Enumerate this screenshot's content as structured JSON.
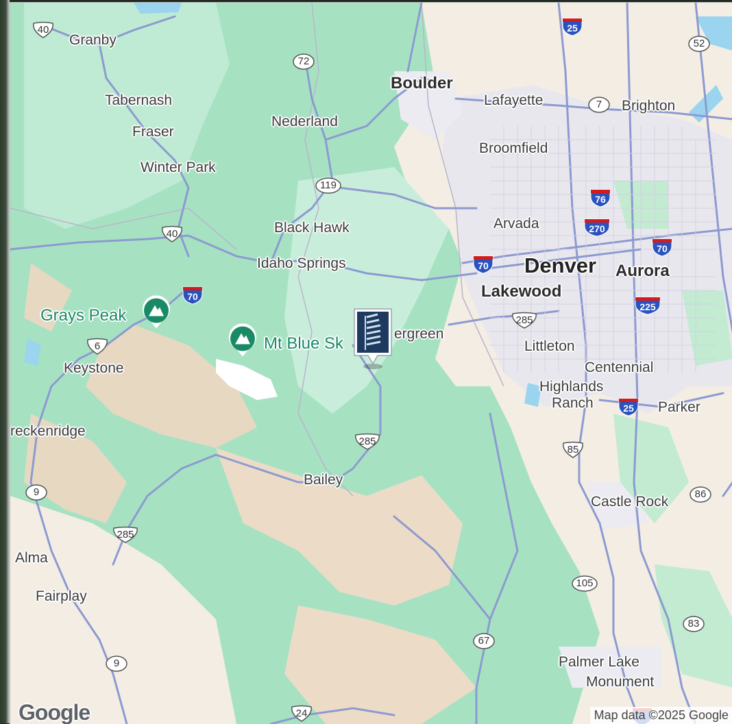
{
  "provider_logo": "Google",
  "attribution": "Map data ©2025 Google",
  "marker_icon": "building-icon",
  "peak_icon": "mountain-icon",
  "colors": {
    "land": "#f3ede4",
    "forest": "#a6e2c2",
    "urban": "#e9e7ee",
    "road": "#8c9ad0",
    "water": "#9ad4ee",
    "interstate": "#2a52be",
    "interstate_top": "#d21c1c",
    "peak_pin": "#1a8a66",
    "marker": "#1e3a5f"
  },
  "places": {
    "granby": "Granby",
    "tabernash": "Tabernash",
    "fraser": "Fraser",
    "winter_park": "Winter Park",
    "nederland": "Nederland",
    "boulder": "Boulder",
    "lafayette": "Lafayette",
    "brighton": "Brighton",
    "broomfield": "Broomfield",
    "black_hawk": "Black Hawk",
    "arvada": "Arvada",
    "idaho_springs": "Idaho Springs",
    "denver": "Denver",
    "aurora": "Aurora",
    "lakewood": "Lakewood",
    "grays_peak": "Grays Peak",
    "mt_blue_sky": "Mt Blue Sk",
    "evergreen": "ergreen",
    "keystone": "Keystone",
    "littleton": "Littleton",
    "centennial": "Centennial",
    "highlands": "Highlands",
    "ranch": "Ranch",
    "parker": "Parker",
    "breckenridge": "reckenridge",
    "bailey": "Bailey",
    "castle_rock": "Castle Rock",
    "alma": "Alma",
    "fairplay": "Fairplay",
    "palmer_lake": "Palmer Lake",
    "monument": "Monument"
  },
  "routes": {
    "us40_north": "40",
    "us40_mid": "40",
    "us6": "6",
    "co72": "72",
    "co119": "119",
    "co7": "7",
    "co52": "52",
    "us285_west": "285",
    "us285_center": "285",
    "us285_metro": "285",
    "us85": "85",
    "co86": "86",
    "co9_north": "9",
    "co9_south": "9",
    "co105": "105",
    "co67": "67",
    "co83": "83",
    "us24": "24",
    "i25_north": "25",
    "i25_south": "25",
    "i76": "76",
    "i270": "270",
    "i70_east": "70",
    "i70_metro": "70",
    "i70_west": "70",
    "i225": "225"
  }
}
